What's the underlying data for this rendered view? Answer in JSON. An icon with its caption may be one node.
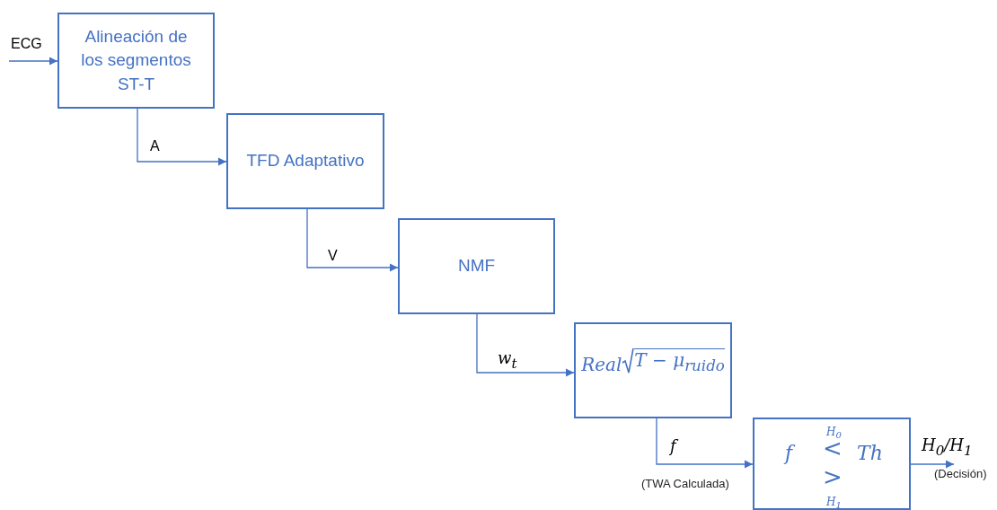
{
  "diagram": {
    "nodes": [
      {
        "text": [
          "Alineación de los segmentos ST-T"
        ]
      },
      {
        "text": [
          "TFD Adaptativo"
        ]
      },
      {
        "text": [
          "NMF"
        ]
      },
      {
        "text": [
          "Real",
          "T − μ$_{ruido}$"
        ]
      },
      {
        "text": [
          "f",
          "H$_{0}$",
          "<",
          ">",
          "H$_{1}$",
          "Th"
        ]
      },
      {
        "text": [
          "(Decisión)"
        ]
      }
    ],
    "edges": [
      {
        "from": null,
        "to": 0,
        "arrow": "to",
        "label": "ECG"
      },
      {
        "from": 0,
        "to": 1,
        "arrow": "to",
        "label": "A"
      },
      {
        "from": 1,
        "to": 2,
        "arrow": "to",
        "label": "V"
      },
      {
        "from": 2,
        "to": 3,
        "arrow": "to",
        "label": "w$_{t}$"
      },
      {
        "from": 3,
        "to": 4,
        "arrow": "to",
        "label": "f"
      },
      {
        "from": 4,
        "to": 5,
        "arrow": "to",
        "label": "H$_{0}$/H$_{1}$"
      }
    ],
    "labels": [
      "(TWA Calculada)"
    ]
  }
}
